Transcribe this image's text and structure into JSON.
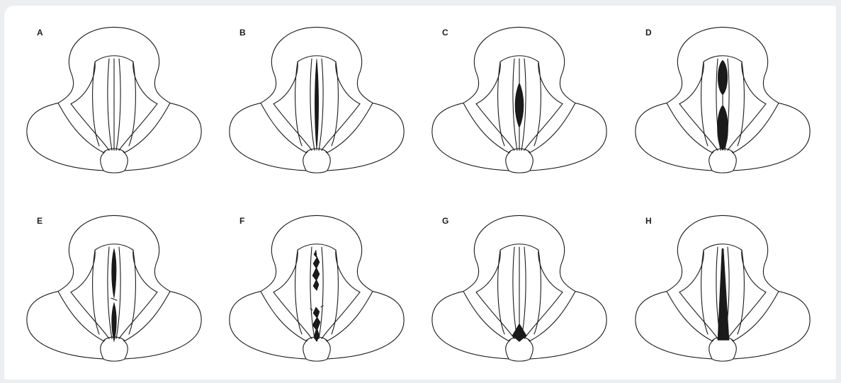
{
  "figures": [
    {
      "label": "A",
      "glottis": "closed"
    },
    {
      "label": "B",
      "glottis": "narrow-spindle"
    },
    {
      "label": "C",
      "glottis": "mid-spindle"
    },
    {
      "label": "D",
      "glottis": "hourglass"
    },
    {
      "label": "E",
      "glottis": "mid-contact-gap"
    },
    {
      "label": "F",
      "glottis": "irregular-edges"
    },
    {
      "label": "G",
      "glottis": "posterior-chink"
    },
    {
      "label": "H",
      "glottis": "triangular"
    }
  ],
  "colors": {
    "ink": "#1a1a1a",
    "page": "#ffffff",
    "frame": "#eceeef"
  }
}
